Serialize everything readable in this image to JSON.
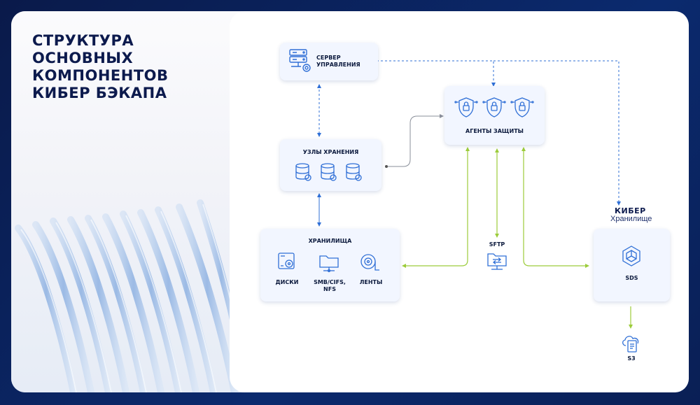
{
  "page": {
    "title_lines": [
      "СТРУКТУРА",
      "ОСНОВНЫХ",
      "КОМПОНЕНТОВ",
      "КИБЕР БЭКАПА"
    ]
  },
  "nodes": {
    "management_server": {
      "label_line1": "СЕРВЕР",
      "label_line2": "УПРАВЛЕНИЯ",
      "icon": "server-gear-icon"
    },
    "protection_agents": {
      "label": "АГЕНТЫ ЗАЩИТЫ",
      "icon": "shield-lock-icon"
    },
    "storage_nodes": {
      "label": "УЗЛЫ ХРАНЕНИЯ",
      "icon": "database-sync-icon"
    },
    "storages": {
      "label": "ХРАНИЛИЩА",
      "items": [
        {
          "label": "ДИСКИ",
          "icon": "disk-drive-icon"
        },
        {
          "label_line1": "SMB/CIFS,",
          "label_line2": "NFS",
          "icon": "network-folder-icon"
        },
        {
          "label": "ЛЕНТЫ",
          "icon": "tape-reel-icon"
        }
      ]
    },
    "sftp": {
      "label": "SFTP",
      "icon": "sftp-folder-icon"
    },
    "kiber_storage": {
      "brand": "КИБЕР",
      "sub": "Хранилище",
      "label": "SDS",
      "icon": "sds-hexagon-icon"
    },
    "s3": {
      "label": "S3",
      "icon": "cloud-file-icon"
    }
  },
  "colors": {
    "dark_navy": "#0c1a4d",
    "accent_blue": "#2f6fd6",
    "green_line": "#9ccc3a",
    "gray_line": "#8a8f9a"
  }
}
